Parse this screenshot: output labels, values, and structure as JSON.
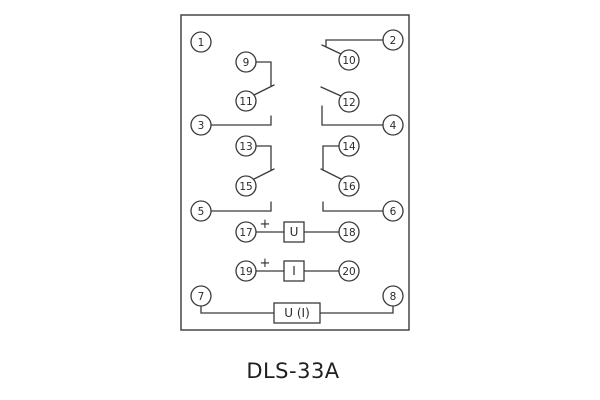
{
  "title": "DLS-33A",
  "terminals": {
    "t1": "1",
    "t2": "2",
    "t3": "3",
    "t4": "4",
    "t5": "5",
    "t6": "6",
    "t7": "7",
    "t8": "8",
    "t9": "9",
    "t10": "10",
    "t11": "11",
    "t12": "12",
    "t13": "13",
    "t14": "14",
    "t15": "15",
    "t16": "16",
    "t17": "17",
    "t18": "18",
    "t19": "19",
    "t20": "20"
  },
  "components": {
    "voltage_coil_label": "U",
    "current_coil_label": "I",
    "combined_coil_label": "U (I)",
    "polarity_17": "+",
    "polarity_19": "+"
  }
}
